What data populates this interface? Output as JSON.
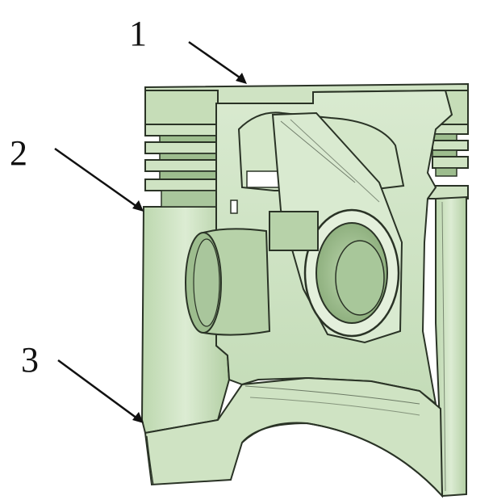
{
  "diagram": {
    "callouts": [
      {
        "id": "1",
        "label": "1"
      },
      {
        "id": "2",
        "label": "2"
      },
      {
        "id": "3",
        "label": "3"
      }
    ],
    "colors": {
      "body_fill": "#cfe3c3",
      "body_light": "#e4f0dc",
      "body_dark": "#a9c69c",
      "section_fill": "#b7d2a9",
      "outline": "#2a3326",
      "arrow": "#111111",
      "background": "#ffffff"
    }
  }
}
